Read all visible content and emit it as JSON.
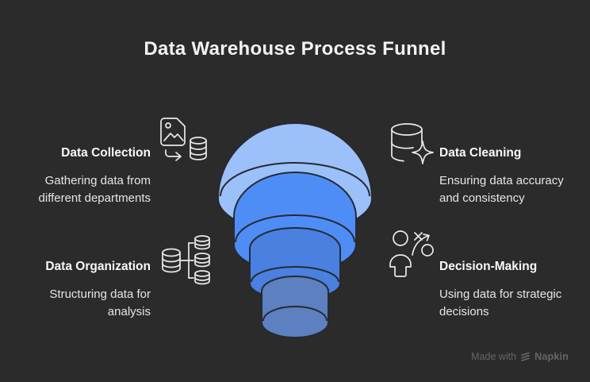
{
  "title": "Data Warehouse Process Funnel",
  "sections": [
    {
      "id": "data-collection",
      "title": "Data Collection",
      "description": "Gathering data from\ndifferent departments",
      "icon": "image-to-database-icon",
      "side": "left"
    },
    {
      "id": "data-cleaning",
      "title": "Data Cleaning",
      "description": "Ensuring data accuracy\nand consistency",
      "icon": "database-sparkle-icon",
      "side": "right"
    },
    {
      "id": "data-organization",
      "title": "Data Organization",
      "description": "Structuring data for\nanalysis",
      "icon": "database-hierarchy-icon",
      "side": "left"
    },
    {
      "id": "decision-making",
      "title": "Decision-Making",
      "description": "Using data for strategic\ndecisions",
      "icon": "person-strategy-icon",
      "side": "right"
    }
  ],
  "funnel": {
    "type": "funnel",
    "orientation": "top-down",
    "stages": [
      {
        "name": "Data Collection",
        "color": "#9cc0f9",
        "relative_width": 1.0
      },
      {
        "name": "Data Cleaning",
        "color": "#4e8df6",
        "relative_width": 0.79
      },
      {
        "name": "Data Organization",
        "color": "#4a80df",
        "relative_width": 0.59
      },
      {
        "name": "Decision-Making",
        "color": "#5d80c0",
        "relative_width": 0.43
      }
    ]
  },
  "footer": {
    "made_with": "Made with",
    "brand": "Napkin"
  },
  "colors": {
    "background": "#2b2b2b",
    "funnel_outline": "#262a32",
    "icon_stroke": "#e8eaed",
    "title_text": "#f1f3f4",
    "body_text": "#e4e6e9",
    "footer_text": "#63666a"
  }
}
